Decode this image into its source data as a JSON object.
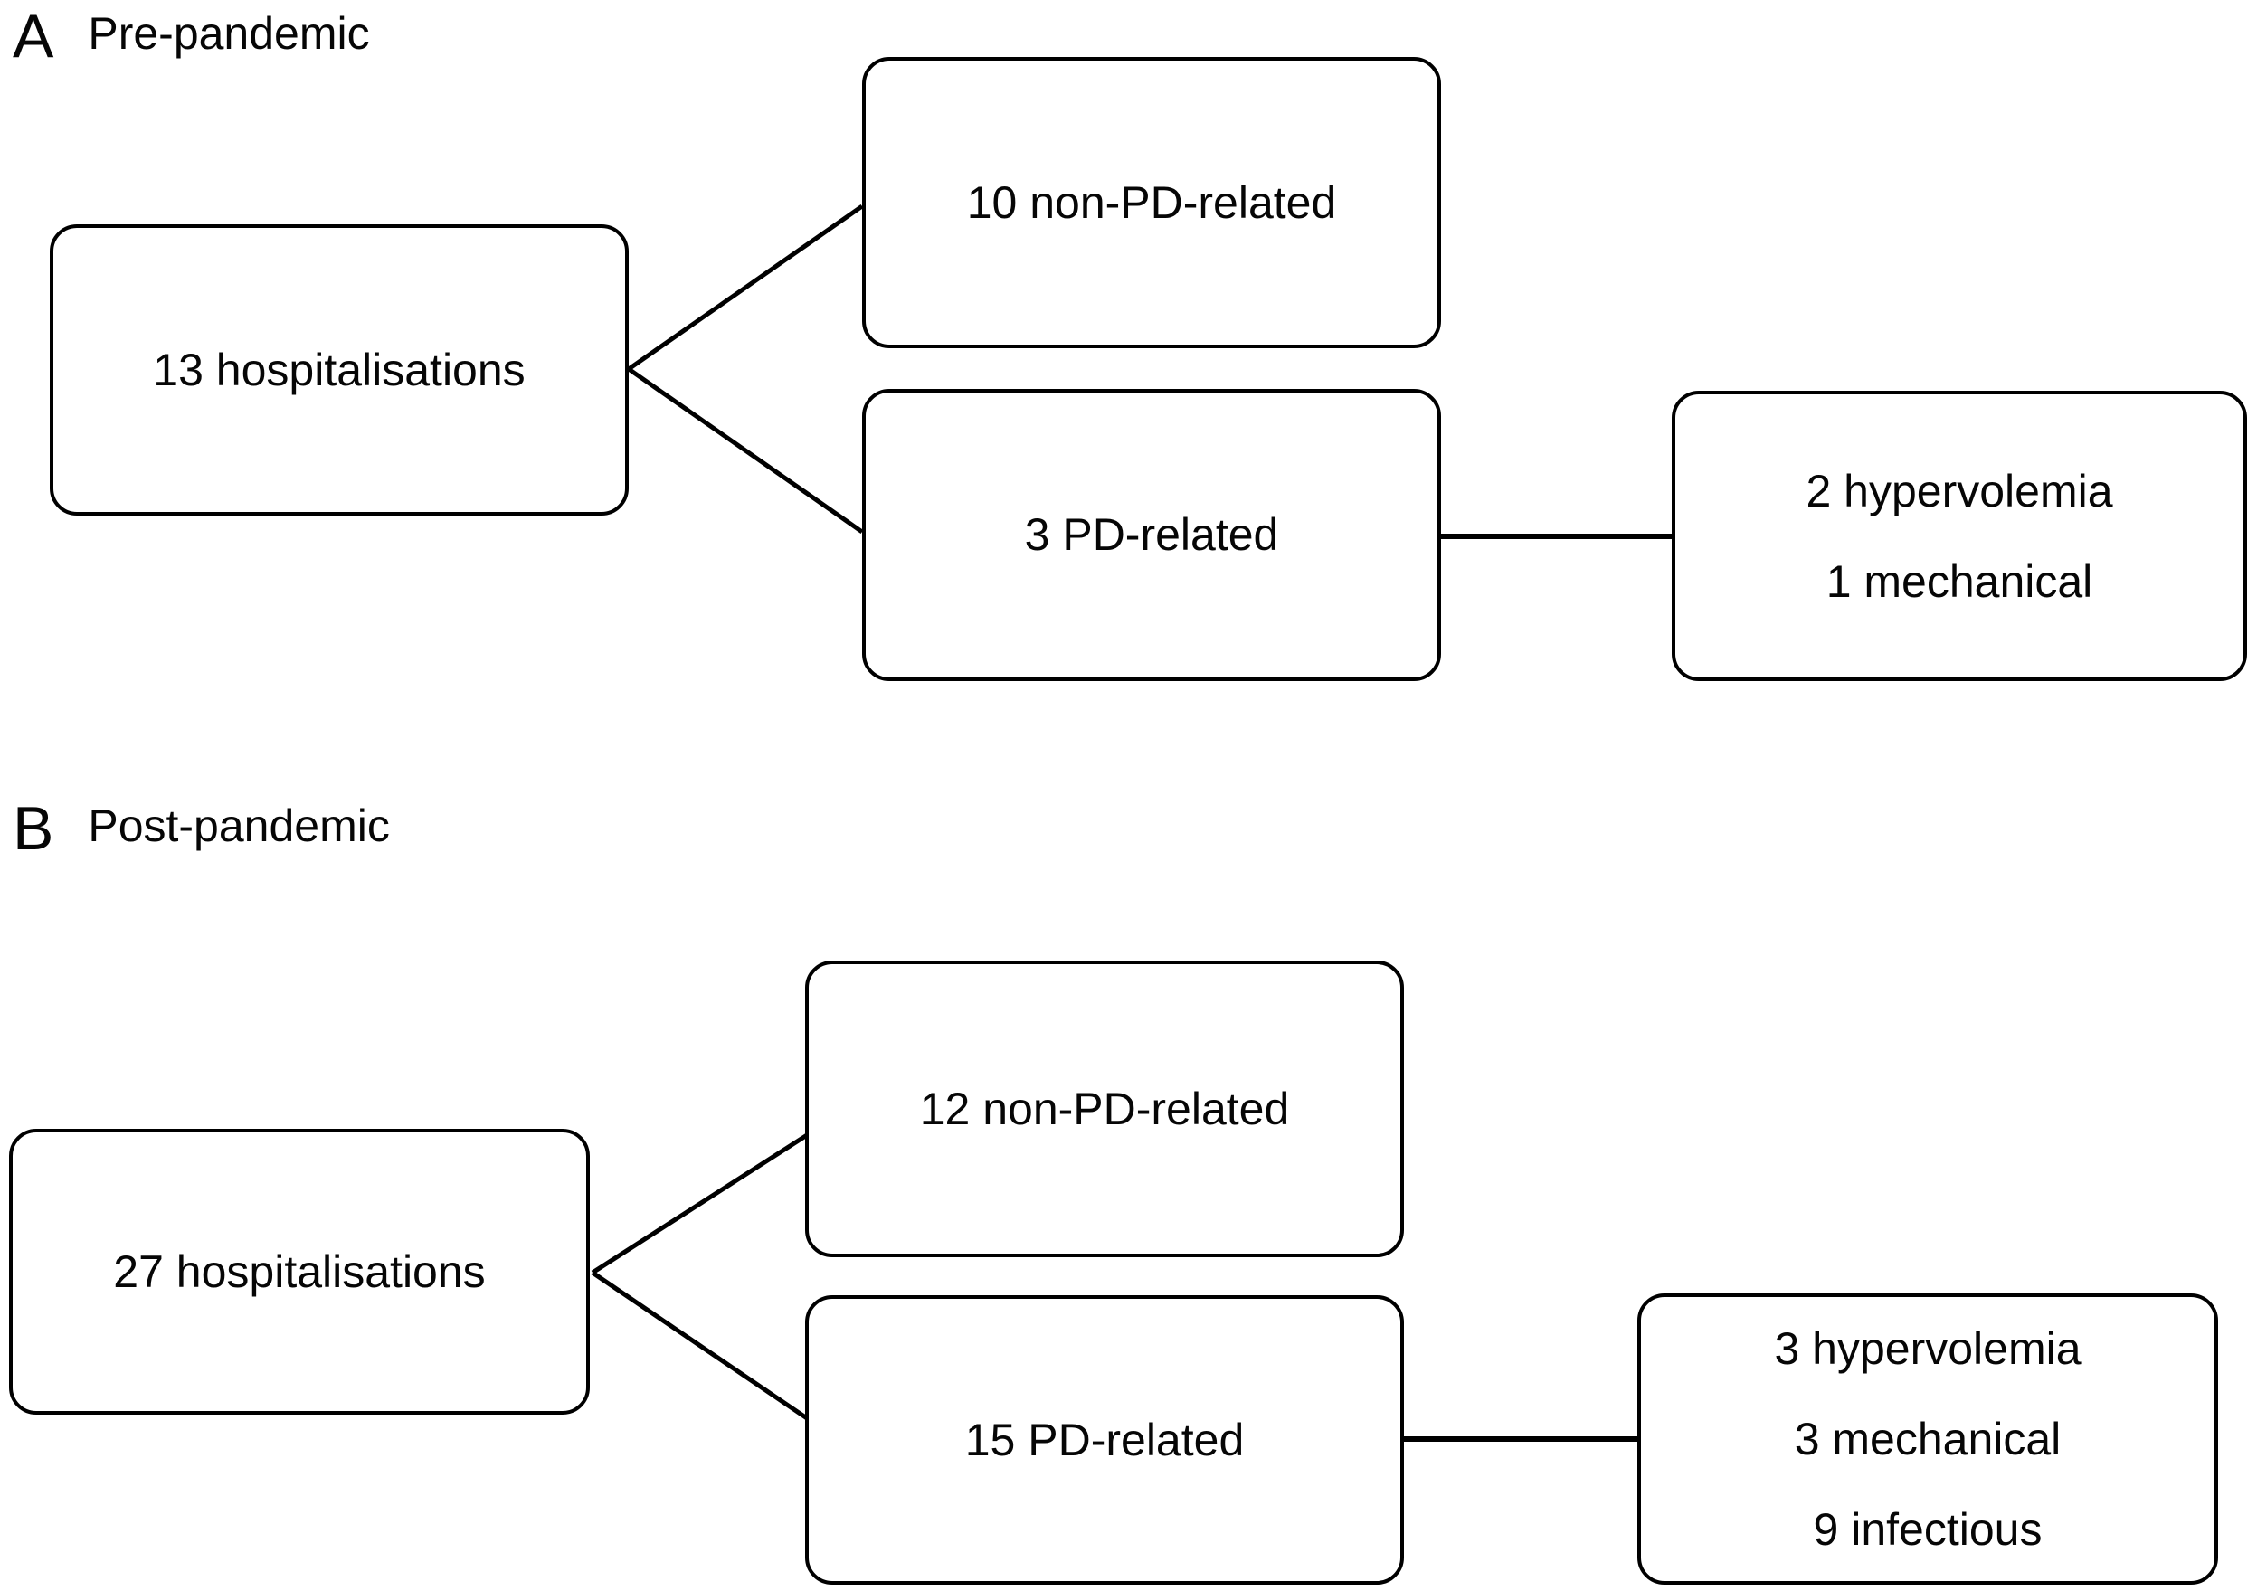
{
  "panels": [
    {
      "letter": "A",
      "title": "Pre-pandemic",
      "boxes": {
        "root": "13 hospitalisations",
        "non_pd": "10 non-PD-related",
        "pd": "3 PD-related",
        "outcome_lines": [
          "2 hypervolemia",
          "1 mechanical"
        ]
      }
    },
    {
      "letter": "B",
      "title": "Post-pandemic",
      "boxes": {
        "root": "27 hospitalisations",
        "non_pd": "12 non-PD-related",
        "pd": "15 PD-related",
        "outcome_lines": [
          "3 hypervolemia",
          "3 mechanical",
          "9 infectious"
        ]
      }
    }
  ],
  "colors": {
    "line": "#000000",
    "background": "#ffffff",
    "text": "#060606"
  }
}
